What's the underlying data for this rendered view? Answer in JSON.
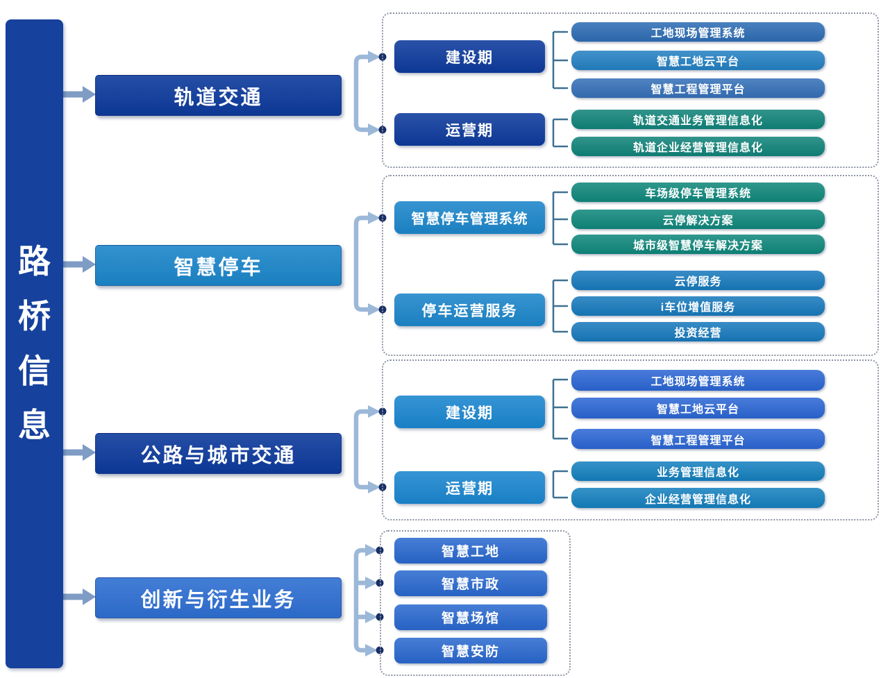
{
  "root": {
    "label": "路桥信息",
    "color": "#16419d"
  },
  "palette": {
    "bar_arrow": "#7e9cc4",
    "fan_arrow": "#9cb8d8",
    "bracket_line": "#3d7092",
    "border_dot": "#182f66",
    "group_border": "#8b93a3"
  },
  "sections": [
    {
      "label": "轨道交通",
      "color": "#0d3a9c",
      "subsections": [
        {
          "label": "建设期",
          "color": "#0d3a9c",
          "items": [
            {
              "label": "工地现场管理系统",
              "color": "#2d6cb4"
            },
            {
              "label": "智慧工地云平台",
              "color": "#2380c2"
            },
            {
              "label": "智慧工程管理平台",
              "color": "#3470b8"
            }
          ]
        },
        {
          "label": "运营期",
          "color": "#0d3a9c",
          "items": [
            {
              "label": "轨道交通业务管理信息化",
              "color": "#108379"
            },
            {
              "label": "轨道企业经营管理信息化",
              "color": "#108379"
            }
          ]
        }
      ]
    },
    {
      "label": "智慧停车",
      "color": "#1c86ca",
      "subsections": [
        {
          "label": "智慧停车管理系统",
          "color": "#1c86ca",
          "items": [
            {
              "label": "车场级停车管理系统",
              "color": "#0f877b"
            },
            {
              "label": "云停解决方案",
              "color": "#0f877b"
            },
            {
              "label": "城市级智慧停车解决方案",
              "color": "#0f877b"
            }
          ]
        },
        {
          "label": "停车运营服务",
          "color": "#1c86ca",
          "items": [
            {
              "label": "云停服务",
              "color": "#1779bc"
            },
            {
              "label": "i车位增值服务",
              "color": "#1779bc"
            },
            {
              "label": "投资经营",
              "color": "#1779bc"
            }
          ]
        }
      ]
    },
    {
      "label": "公路与城市交通",
      "color": "#0d3a9c",
      "subsections": [
        {
          "label": "建设期",
          "color": "#1a86cf",
          "items": [
            {
              "label": "工地现场管理系统",
              "color": "#2b66d4"
            },
            {
              "label": "智慧工地云平台",
              "color": "#2b66d4"
            },
            {
              "label": "智慧工程管理平台",
              "color": "#2b66d4"
            }
          ]
        },
        {
          "label": "运营期",
          "color": "#1a86cf",
          "items": [
            {
              "label": "业务管理信息化",
              "color": "#1480be"
            },
            {
              "label": "企业经营管理信息化",
              "color": "#1480be"
            }
          ]
        }
      ]
    },
    {
      "label": "创新与衍生业务",
      "color": "#2e6fd2",
      "items": [
        {
          "label": "智慧工地",
          "color": "#2968cf"
        },
        {
          "label": "智慧市政",
          "color": "#2968cf"
        },
        {
          "label": "智慧场馆",
          "color": "#2968cf"
        },
        {
          "label": "智慧安防",
          "color": "#2968cf"
        }
      ]
    }
  ]
}
